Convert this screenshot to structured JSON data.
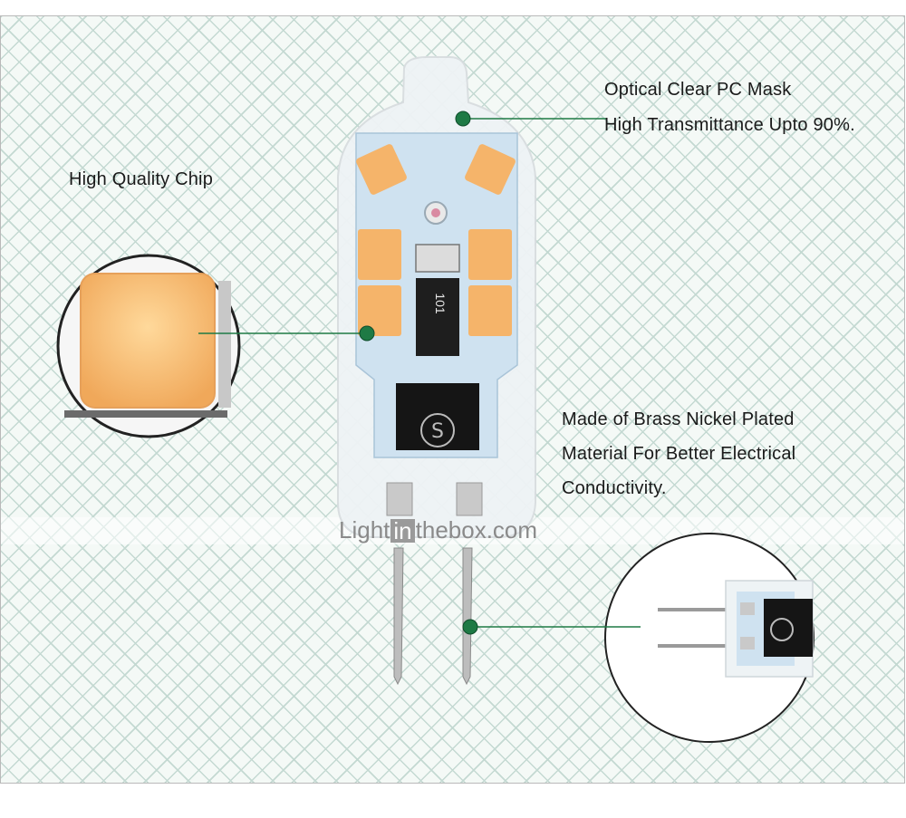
{
  "labels": {
    "mask_line1": "Optical Clear PC Mask",
    "mask_line2": "High Transmittance Upto 90%.",
    "chip": "High Quality Chip",
    "pins_line1": "Made of Brass Nickel Plated",
    "pins_line2": "Material For Better Electrical",
    "pins_line3": "Conductivity."
  },
  "resistor_marking": "101",
  "watermark": {
    "pre": "Light",
    "box": "in",
    "post": "thebox.com"
  },
  "colors": {
    "led_orange": "#f5b46a",
    "pcb_blue": "#cfe2f0",
    "leader_green": "#1e7a45",
    "grid_line": "#c4d9d2"
  }
}
